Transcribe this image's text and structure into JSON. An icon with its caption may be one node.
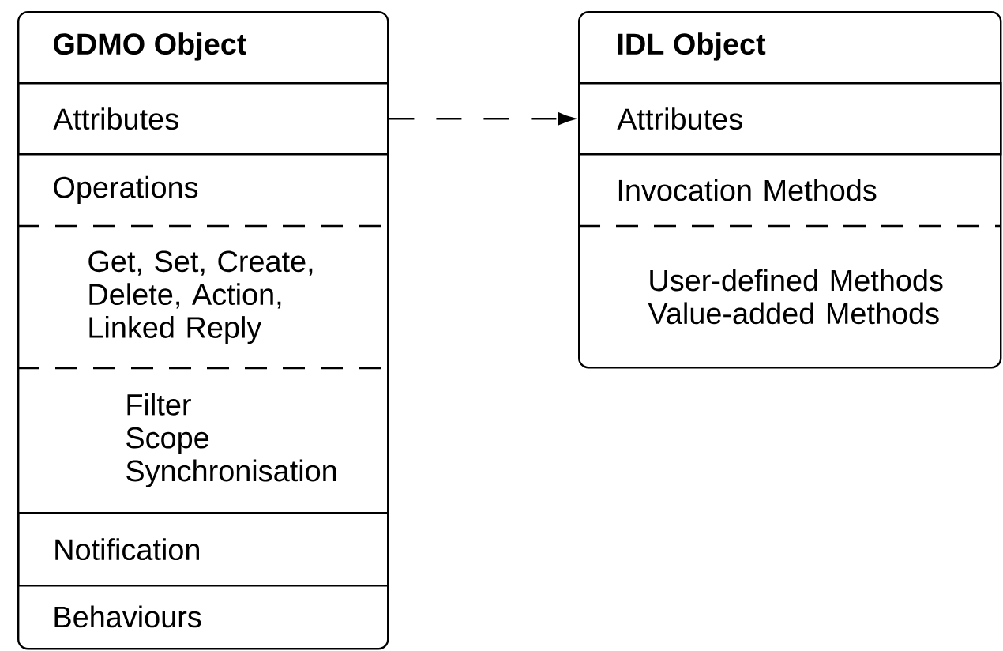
{
  "diagram": {
    "nodes": [
      {
        "text": [
          "GDMO Object"
        ]
      },
      {
        "text": [
          "Attributes"
        ],
        "in": 0
      },
      {
        "text": [
          "Operations"
        ],
        "in": 0
      },
      {
        "text": [
          "Get, Set, Create, Delete, Action, Linked Reply"
        ],
        "in": 0
      },
      {
        "text": [
          "Filter",
          "Scope",
          "Synchronisation"
        ],
        "in": 0
      },
      {
        "text": [
          "Notification"
        ],
        "in": 0
      },
      {
        "text": [
          "Behaviours"
        ],
        "in": 0
      },
      {
        "text": [
          "IDL Object"
        ]
      },
      {
        "text": [
          "Attributes"
        ],
        "in": 7
      },
      {
        "text": [
          "Invocation Methods"
        ],
        "in": 7
      },
      {
        "text": [
          "User-defined Methods",
          "Value-added Methods"
        ],
        "in": 7
      }
    ],
    "edges": [
      {
        "from": 1,
        "to": 8,
        "arrow": "to",
        "style": "dashed"
      }
    ]
  }
}
